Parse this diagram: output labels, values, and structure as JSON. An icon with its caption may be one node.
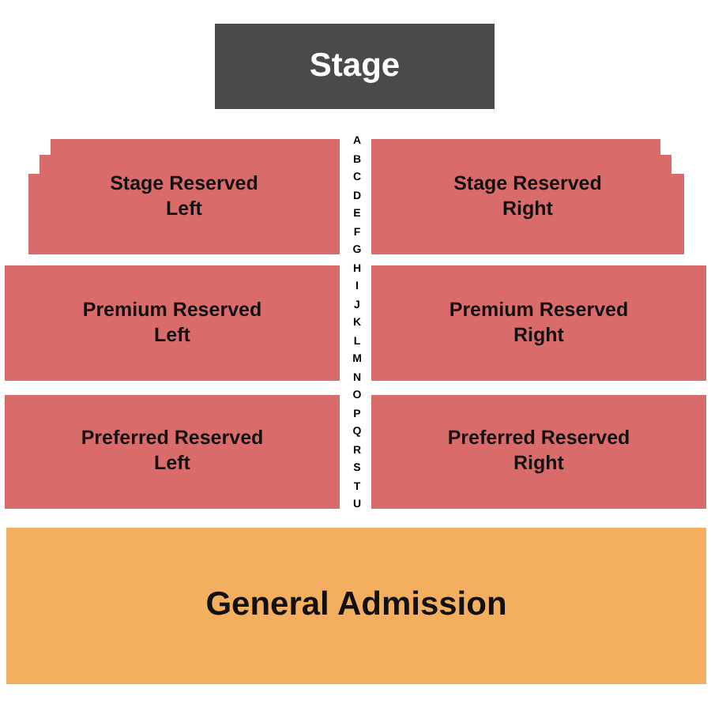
{
  "diagram": {
    "nodes": [
      {
        "text": [
          "Stage"
        ]
      },
      {
        "text": [
          "Stage Reserved Left"
        ]
      },
      {
        "text": [
          "Stage Reserved Right"
        ]
      },
      {
        "text": [
          "Premium Reserved Left"
        ]
      },
      {
        "text": [
          "Premium Reserved Right"
        ]
      },
      {
        "text": [
          "Preferred Reserved Left"
        ]
      },
      {
        "text": [
          "Preferred Reserved Right"
        ]
      },
      {
        "text": [
          "General Admission"
        ]
      }
    ],
    "labels": [
      "A",
      "B",
      "C",
      "D",
      "E",
      "F",
      "G",
      "H",
      "I",
      "J",
      "K",
      "L",
      "M",
      "N",
      "O",
      "P",
      "Q",
      "R",
      "S",
      "T",
      "U"
    ]
  }
}
